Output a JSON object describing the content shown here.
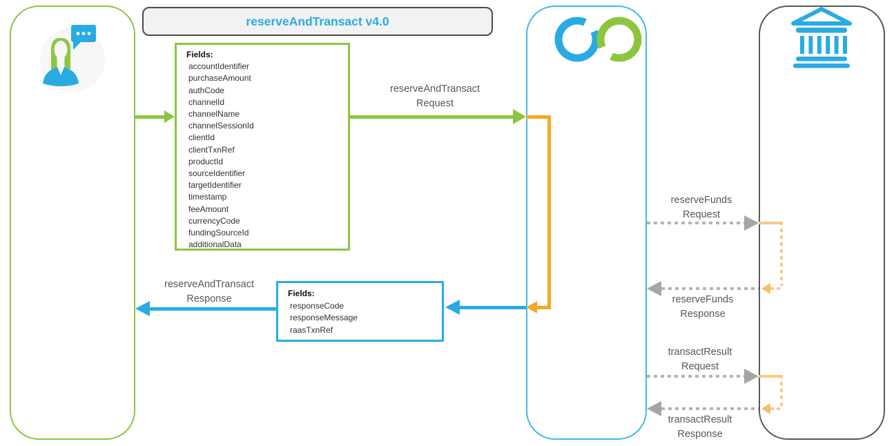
{
  "title": "reserveAndTransact v4.0",
  "lanes": {
    "customer": {
      "icon": "customer-chat-icon"
    },
    "platform": {
      "icon": "platform-rings-logo-icon"
    },
    "bank": {
      "icon": "bank-icon"
    }
  },
  "request_box": {
    "heading": "Fields:",
    "fields": [
      "accountIdentifier",
      "purchaseAmount",
      "authCode",
      "channelId",
      "channelName",
      "channelSessionId",
      "clientId",
      "clientTxnRef",
      "productId",
      "sourceIdentifier",
      "targetIdentifier",
      "timestamp",
      "feeAmount",
      "currencyCode",
      "fundingSourceId",
      "additionalData"
    ]
  },
  "response_box": {
    "heading": "Fields:",
    "fields": [
      "responseCode",
      "responseMessage",
      "raasTxnRef"
    ]
  },
  "messages": {
    "request": {
      "line1": "reserveAndTransact",
      "line2": "Request"
    },
    "response": {
      "line1": "reserveAndTransact",
      "line2": "Response"
    },
    "reserve_funds_request": {
      "line1": "reserveFunds",
      "line2": "Request"
    },
    "reserve_funds_response": {
      "line1": "reserveFunds",
      "line2": "Response"
    },
    "transact_result_request": {
      "line1": "transactResult",
      "line2": "Request"
    },
    "transact_result_response": {
      "line1": "transactResult",
      "line2": "Response"
    }
  },
  "colors": {
    "green": "#8CC63F",
    "blue": "#29ABE2",
    "orange": "#F7A824",
    "light_orange": "#F8CA85",
    "gray_dashed": "#B3B3B3",
    "lane_dark": "#57585A",
    "title_bg": "#F2F2F2"
  }
}
